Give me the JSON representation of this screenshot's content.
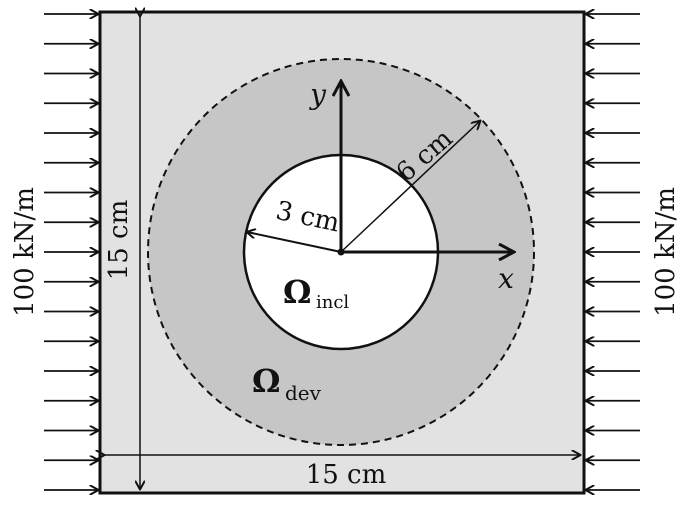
{
  "labels": {
    "load_left": "100 kN/m",
    "load_right": "100 kN/m",
    "height": "15 cm",
    "width": "15 cm",
    "outer_radius": "6 cm",
    "inner_radius": "3 cm",
    "axis_x": "x",
    "axis_y": "y",
    "omega": "Ω",
    "incl_sub": "incl",
    "dev_sub": "dev"
  },
  "colors": {
    "background": "#ffffff",
    "plate_fill": "#e2e2e2",
    "deviation_region": "#c6c6c6",
    "inclusion_fill": "#ffffff",
    "stroke": "#111111"
  },
  "arrows": {
    "per_side": 17
  }
}
